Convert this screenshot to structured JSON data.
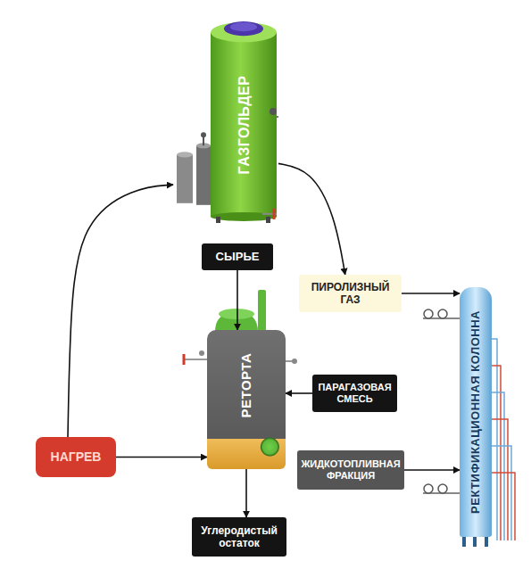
{
  "diagram": {
    "nodes": [
      {
        "text": [
          "ГАЗГОЛЬДЕР"
        ]
      },
      {
        "text": [
          "СЫРЬЕ"
        ]
      },
      {
        "text": [
          "ПИРОЛИЗНЫЙ ГАЗ"
        ]
      },
      {
        "text": [
          "РЕТОРТА"
        ]
      },
      {
        "text": [
          "ПАРАГАЗОВАЯ СМЕСЬ"
        ]
      },
      {
        "text": [
          "РЕКТИФИКАЦИОННАЯ КОЛОННА"
        ]
      },
      {
        "text": [
          "НАГРЕВ"
        ]
      },
      {
        "text": [
          "ЖИДКОТОПЛИВНАЯ ФРАКЦИЯ"
        ]
      },
      {
        "text": [
          "Углеродистый остаток"
        ]
      }
    ],
    "edges": [
      {
        "from": 0,
        "to": 2,
        "arrow": "to"
      },
      {
        "from": 1,
        "to": 3,
        "arrow": "to"
      },
      {
        "from": 2,
        "to": 5,
        "arrow": "to"
      },
      {
        "from": 4,
        "to": 3,
        "arrow": "to"
      },
      {
        "from": 6,
        "to": 3,
        "arrow": "to"
      },
      {
        "from": 6,
        "to": 0,
        "arrow": "to"
      },
      {
        "from": 7,
        "to": 5,
        "arrow": "to"
      },
      {
        "from": 3,
        "to": 8,
        "arrow": "to"
      }
    ]
  }
}
